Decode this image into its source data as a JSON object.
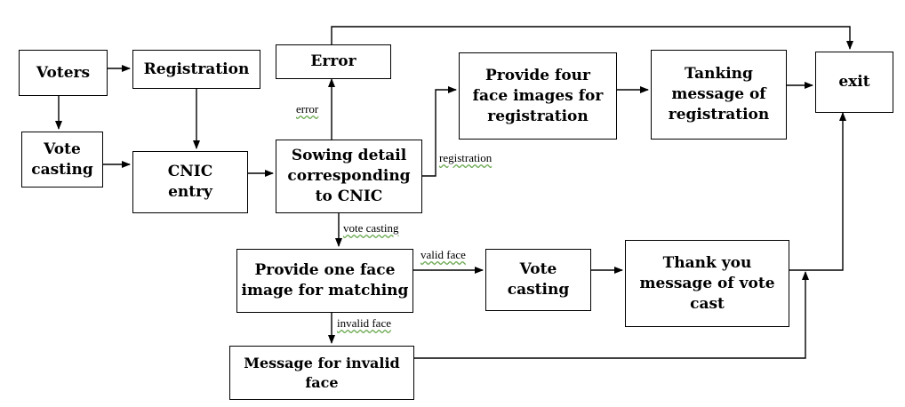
{
  "nodes": {
    "voters": "Voters",
    "registration": "Registration",
    "vote_casting_left": "Vote\ncasting",
    "cnic_entry": "CNIC\nentry",
    "error": "Error",
    "showing_detail": "Sowing detail\ncorresponding\nto CNIC",
    "provide_four": "Provide four\nface images for\nregistration",
    "thanking_registration": "Tanking\nmessage of\nregistration",
    "exit": "exit",
    "provide_one": "Provide one face\nimage for matching",
    "vote_casting_mid": "Vote\ncasting",
    "thank_you_vote": "Thank you\nmessage of vote\ncast",
    "invalid_message": "Message for invalid\nface"
  },
  "edge_labels": {
    "error": "error",
    "registration": "registration",
    "vote_casting": "vote casting",
    "valid_face": "valid face",
    "invalid_face": "invalid face"
  },
  "colors": {
    "line": "#000000",
    "box_fill": "#ffffff",
    "spell_underline": "#6aa84f"
  }
}
